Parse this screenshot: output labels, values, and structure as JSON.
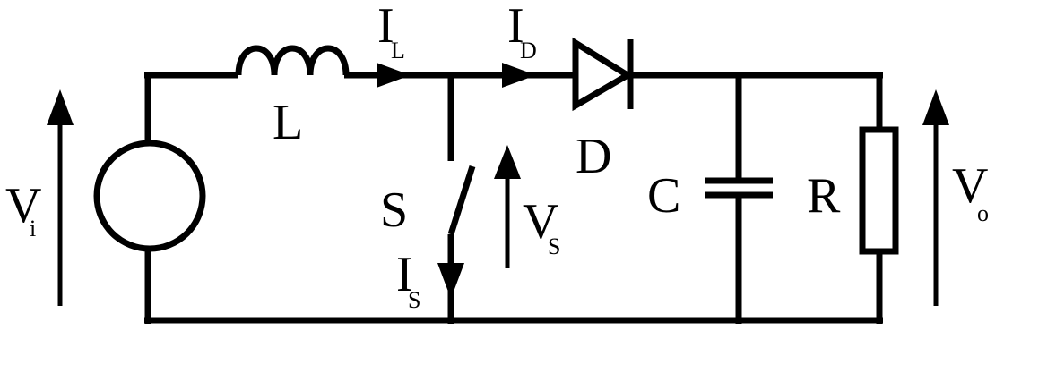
{
  "diagram": {
    "labels": {
      "inductor": "L",
      "diode": "D",
      "switch": "S",
      "capacitor": "C",
      "resistor": "R",
      "current_inductor": "I",
      "current_inductor_sub": "L",
      "current_diode": "I",
      "current_diode_sub": "D",
      "current_switch": "I",
      "current_switch_sub": "S",
      "voltage_input": "V",
      "voltage_input_sub": "i",
      "voltage_switch": "V",
      "voltage_switch_sub": "S",
      "voltage_output": "V",
      "voltage_output_sub": "o"
    },
    "colors": {
      "ink": "#000000",
      "background": "#ffffff"
    }
  }
}
